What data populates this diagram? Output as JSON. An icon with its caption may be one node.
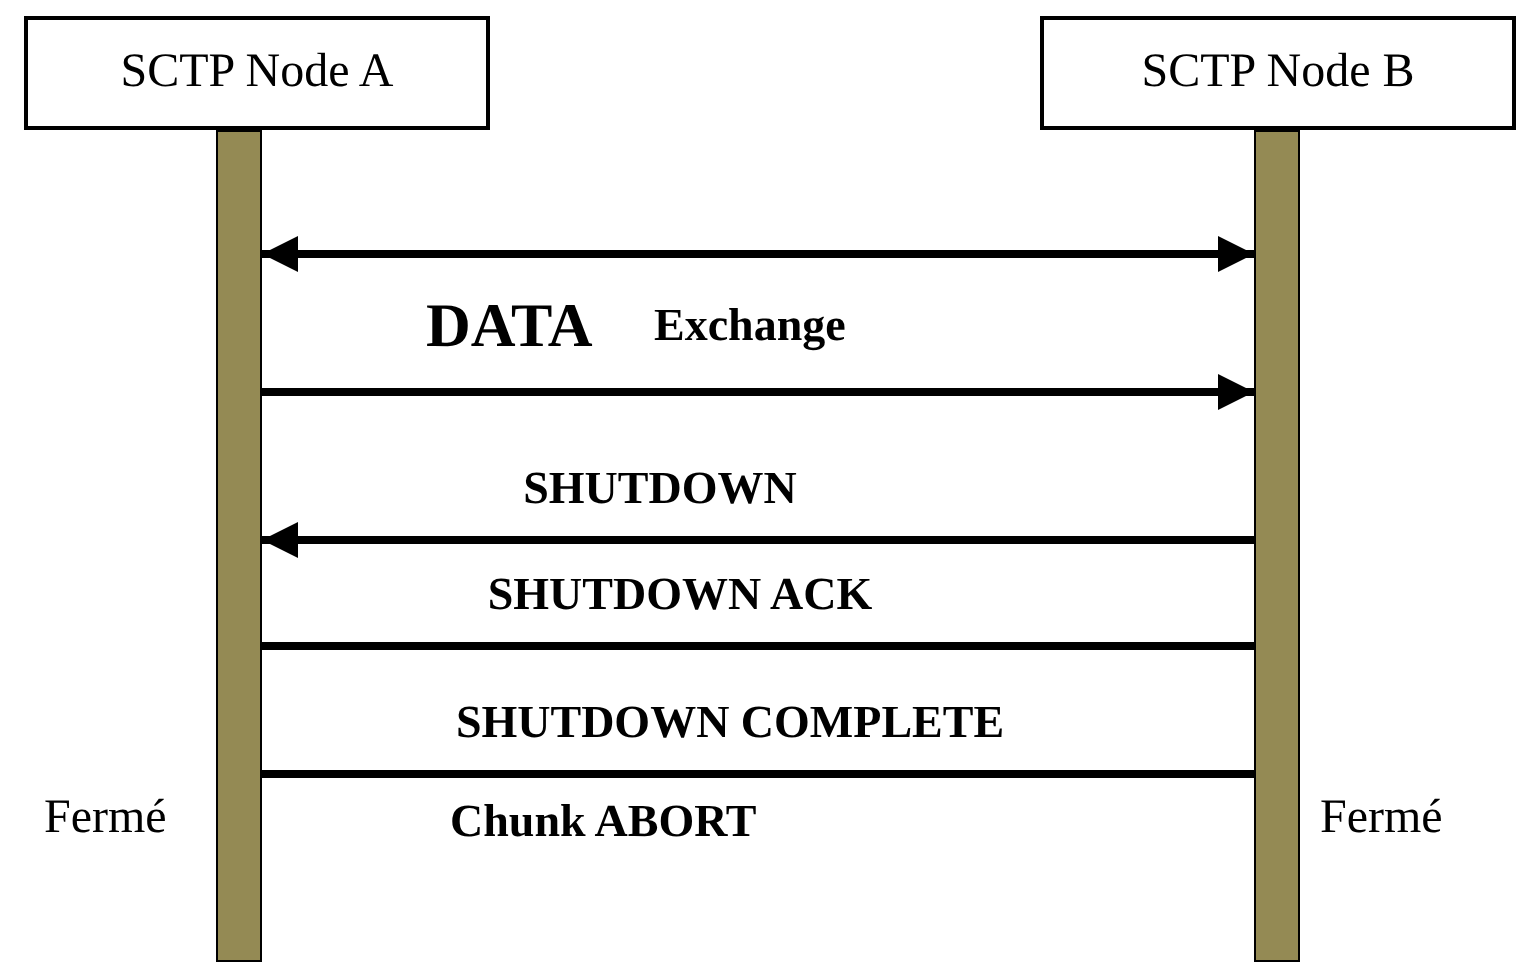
{
  "diagram": {
    "nodes": [
      {
        "text": [
          "SCTP Node A"
        ]
      },
      {
        "text": [
          "SCTP Node B"
        ]
      },
      {
        "text": [],
        "shape": "bar",
        "beside": [
          "Fermé"
        ]
      },
      {
        "text": [],
        "shape": "bar",
        "beside": [
          "Fermé"
        ]
      }
    ],
    "edges": [
      {
        "from": 2,
        "to": 3,
        "arrow": "both"
      },
      {
        "from": 2,
        "to": 3,
        "arrow": "to"
      },
      {
        "from": 3,
        "to": 2,
        "arrow": "to",
        "label": "SHUTDOWN"
      },
      {
        "from": 3,
        "to": 2,
        "arrow": "none",
        "label": "SHUTDOWN ACK"
      },
      {
        "from": 3,
        "to": 2,
        "arrow": "none",
        "label": "SHUTDOWN COMPLETE"
      }
    ],
    "labels": [
      "DATA",
      "Exchange",
      "Chunk ABORT"
    ]
  }
}
